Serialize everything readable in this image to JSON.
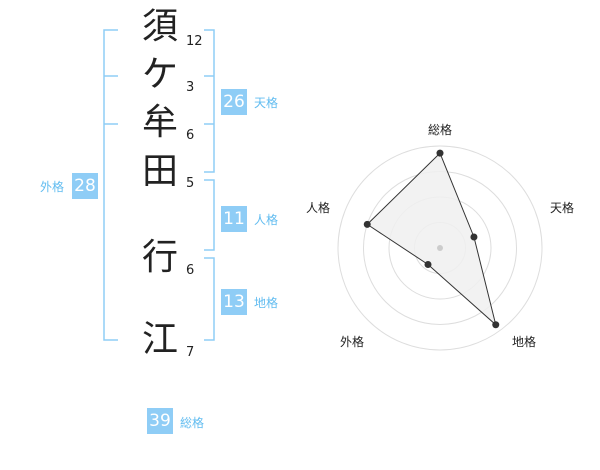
{
  "name": {
    "characters": [
      {
        "char": "須",
        "strokes": "12"
      },
      {
        "char": "ケ",
        "strokes": "3"
      },
      {
        "char": "牟",
        "strokes": "6"
      },
      {
        "char": "田",
        "strokes": "5"
      },
      {
        "char": "行",
        "strokes": "6"
      },
      {
        "char": "江",
        "strokes": "7"
      }
    ]
  },
  "fortune": {
    "tenkaku": {
      "value": "26",
      "label": "天格"
    },
    "jinkaku": {
      "value": "11",
      "label": "人格"
    },
    "chikaku": {
      "value": "13",
      "label": "地格"
    },
    "gaikaku": {
      "value": "28",
      "label": "外格"
    },
    "soukaku": {
      "value": "39",
      "label": "総格"
    }
  },
  "radar": {
    "axes": [
      "総格",
      "天格",
      "地格",
      "外格",
      "人格"
    ],
    "levels": [
      0.93,
      0.35,
      0.93,
      0.2,
      0.75
    ],
    "colors": {
      "fill": "#f0f0f0",
      "stroke": "#333333",
      "ring": "#dddddd",
      "point": "#333333",
      "center": "#cccccc"
    }
  },
  "colors": {
    "bracket": "#8fcdf6",
    "badge": "#8fcdf6",
    "label": "#61bcf0"
  }
}
